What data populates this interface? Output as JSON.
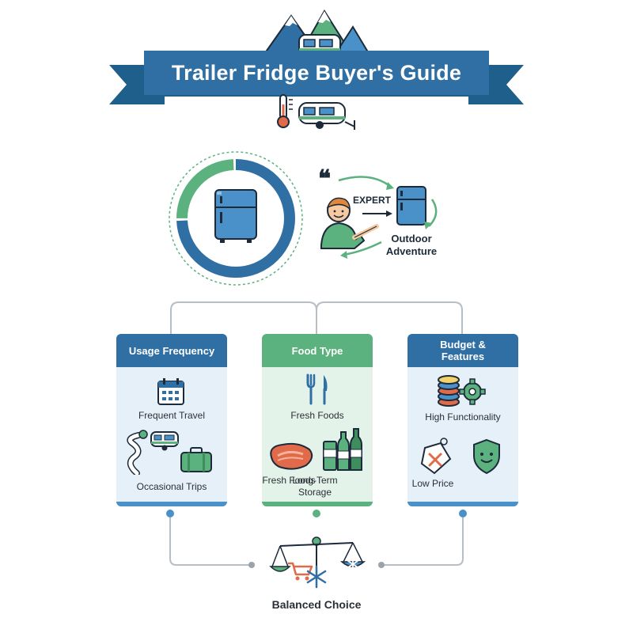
{
  "title": "Trailer Fridge Buyer's Guide",
  "expert": {
    "quote_mark": "❝",
    "label": "EXPERT",
    "caption": "Outdoor Adventure"
  },
  "colors": {
    "primary_blue": "#2f6fa3",
    "accent_green": "#5cb27e",
    "light_blue_bg": "#e6f0f8",
    "light_green_bg": "#e3f3e9"
  },
  "donut": {
    "segments": [
      {
        "color": "#2f6fa3",
        "fraction": 0.75
      },
      {
        "color": "#5cb27e",
        "fraction": 0.25
      }
    ]
  },
  "cards": [
    {
      "title": "Usage Frequency",
      "items": [
        "Frequent Travel",
        "Occasional Trips"
      ],
      "icons": [
        "calendar-icon",
        "winding-road-trailer-icon",
        "suitcase-icon"
      ]
    },
    {
      "title": "Food Type",
      "items": [
        "Fresh Foods",
        "Fresh Foods",
        "Long-Term Storage"
      ],
      "icons": [
        "fork-knife-icon",
        "steak-icon",
        "canned-goods-icon"
      ]
    },
    {
      "title": "Budget & Features",
      "items": [
        "High Functionality",
        "Low Price"
      ],
      "icons": [
        "coins-gear-icon",
        "price-tag-x-icon",
        "shield-smile-icon"
      ]
    }
  ],
  "footer": {
    "label": "Balanced Choice",
    "icons": [
      "balance-scale-icon",
      "shopping-cart-icon",
      "snowflake-icon"
    ]
  }
}
